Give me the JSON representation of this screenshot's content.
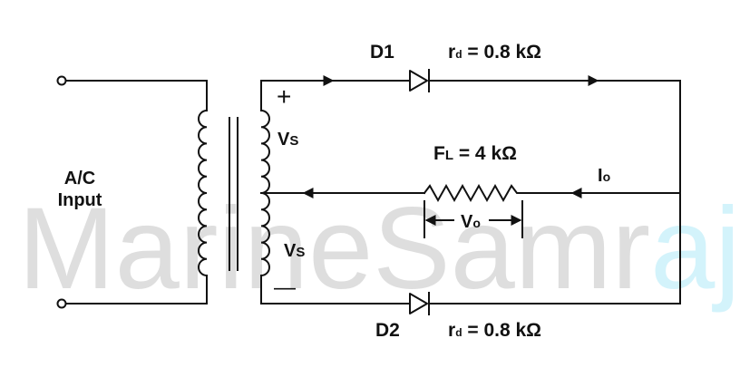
{
  "colors": {
    "line": "#111111",
    "background": "#ffffff",
    "watermark_gray": "#dedede",
    "watermark_blue": "#d3f3fb"
  },
  "watermark": {
    "part1": "Marine",
    "part2": "Samr",
    "part3": "aj"
  },
  "input": {
    "line1": "A/C",
    "line2": "Input"
  },
  "secondary": {
    "top_label": "V",
    "top_sub": "S",
    "bottom_label": "V",
    "bottom_sub": "S",
    "plus": "+",
    "minus": "—"
  },
  "diode1": {
    "name": "D1",
    "resistance_prefix": "r",
    "resistance_sub": "d",
    "resistance_value": " = 0.8 kΩ"
  },
  "diode2": {
    "name": "D2",
    "resistance_prefix": "r",
    "resistance_sub": "d",
    "resistance_value": " = 0.8 kΩ"
  },
  "load": {
    "prefix": "F",
    "sub": "L",
    "value": " = 4 kΩ"
  },
  "output_current": {
    "label": "I",
    "sub": "o"
  },
  "output_voltage": {
    "label": "V",
    "sub": "o"
  }
}
